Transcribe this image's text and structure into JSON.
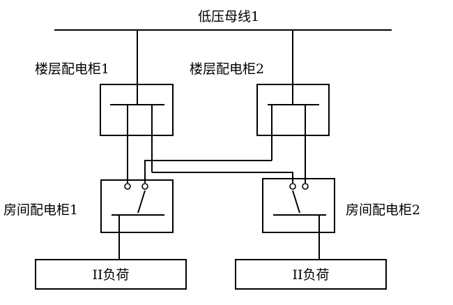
{
  "bus": {
    "label": "低压母线1"
  },
  "floor_cabinets": [
    {
      "label": "楼层配电柜1"
    },
    {
      "label": "楼层配电柜2"
    }
  ],
  "room_cabinets": [
    {
      "label": "房间配电柜1"
    },
    {
      "label": "房间配电柜2"
    }
  ],
  "loads": [
    {
      "label": "II负荷"
    },
    {
      "label": "II负荷"
    }
  ]
}
